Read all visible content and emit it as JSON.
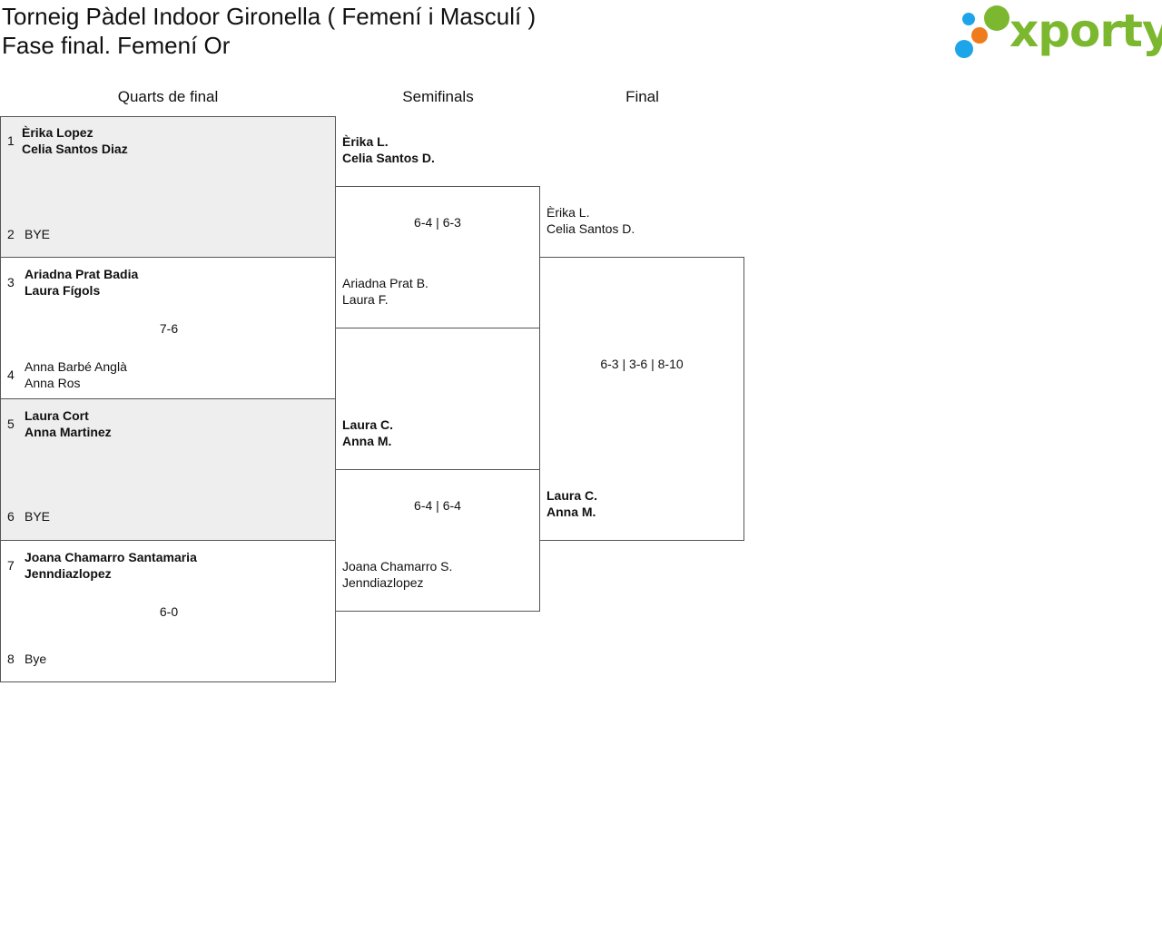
{
  "title": "Torneig Pàdel Indoor Gironella ( Femení i Masculí )",
  "subtitle": "Fase final. Femení Or",
  "logo": {
    "text": "xporty",
    "colors": {
      "green": "#7cb82f",
      "blue": "#1ea5e9",
      "orange": "#f07b1d"
    }
  },
  "rounds": [
    "Quarts de final",
    "Semifinals",
    "Final"
  ],
  "quarterfinals": [
    {
      "score": "",
      "top": {
        "seed": "1",
        "players": [
          "Èrika Lopez",
          "Celia Santos Diaz"
        ],
        "winner": true
      },
      "bottom": {
        "seed": "2",
        "players": [
          "BYE"
        ],
        "winner": false
      }
    },
    {
      "score": "7-6",
      "top": {
        "seed": "3",
        "players": [
          "Ariadna Prat Badia",
          "Laura Fígols"
        ],
        "winner": true
      },
      "bottom": {
        "seed": "4",
        "players": [
          "Anna Barbé Anglà",
          "Anna Ros"
        ],
        "winner": false
      }
    },
    {
      "score": "",
      "top": {
        "seed": "5",
        "players": [
          "Laura Cort",
          "Anna Martinez"
        ],
        "winner": true
      },
      "bottom": {
        "seed": "6",
        "players": [
          "BYE"
        ],
        "winner": false
      }
    },
    {
      "score": "6-0",
      "top": {
        "seed": "7",
        "players": [
          "Joana Chamarro Santamaria",
          "Jenndiazlopez"
        ],
        "winner": true
      },
      "bottom": {
        "seed": "8",
        "players": [
          "Bye"
        ],
        "winner": false
      }
    }
  ],
  "semifinals": [
    {
      "score": "6-4 | 6-3",
      "top": {
        "players": [
          "Èrika L.",
          "Celia Santos D."
        ],
        "winner": true
      },
      "bottom": {
        "players": [
          "Ariadna Prat B.",
          "Laura F."
        ],
        "winner": false
      }
    },
    {
      "score": "6-4 | 6-4",
      "top": {
        "players": [
          "Laura C.",
          "Anna M."
        ],
        "winner": true
      },
      "bottom": {
        "players": [
          "Joana Chamarro S.",
          "Jenndiazlopez"
        ],
        "winner": false
      }
    }
  ],
  "final": {
    "score": "6-3 | 3-6 | 8-10",
    "top": {
      "players": [
        "Èrika L.",
        "Celia Santos D."
      ],
      "winner": false
    },
    "bottom": {
      "players": [
        "Laura C.",
        "Anna M."
      ],
      "winner": true
    }
  }
}
